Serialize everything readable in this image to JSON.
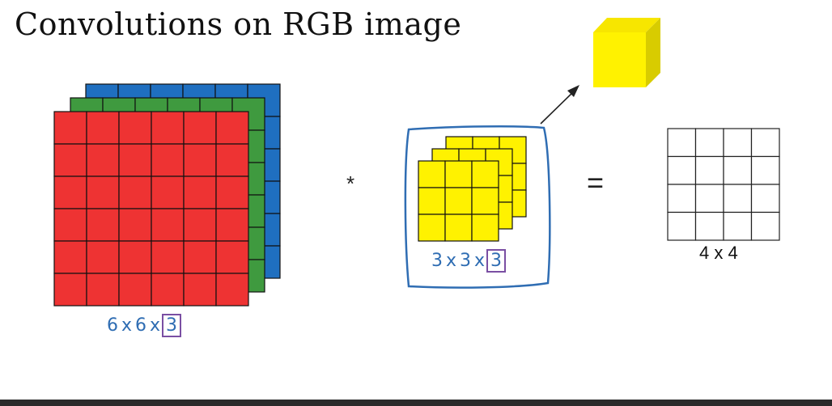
{
  "title": "Convolutions on RGB image",
  "operators": {
    "convolve": "*",
    "equals": "="
  },
  "input_volume": {
    "label_prefix": "6x6x",
    "label_boxed": "3",
    "rows": 6,
    "cols": 6,
    "channel_colors": [
      "#ee3333",
      "#3f9a3f",
      "#1f6fc0"
    ]
  },
  "filter_volume": {
    "label_prefix": "3x3x",
    "label_boxed": "3",
    "rows": 3,
    "cols": 3,
    "color": "#fff200"
  },
  "output": {
    "label": "4 x 4",
    "rows": 4,
    "cols": 4
  },
  "colors": {
    "handwriting": "#2f6db3",
    "highlight_box": "#7a4fa3",
    "cube_front": "#fff200",
    "cube_top": "#f7e600",
    "cube_side": "#d8cc00"
  }
}
